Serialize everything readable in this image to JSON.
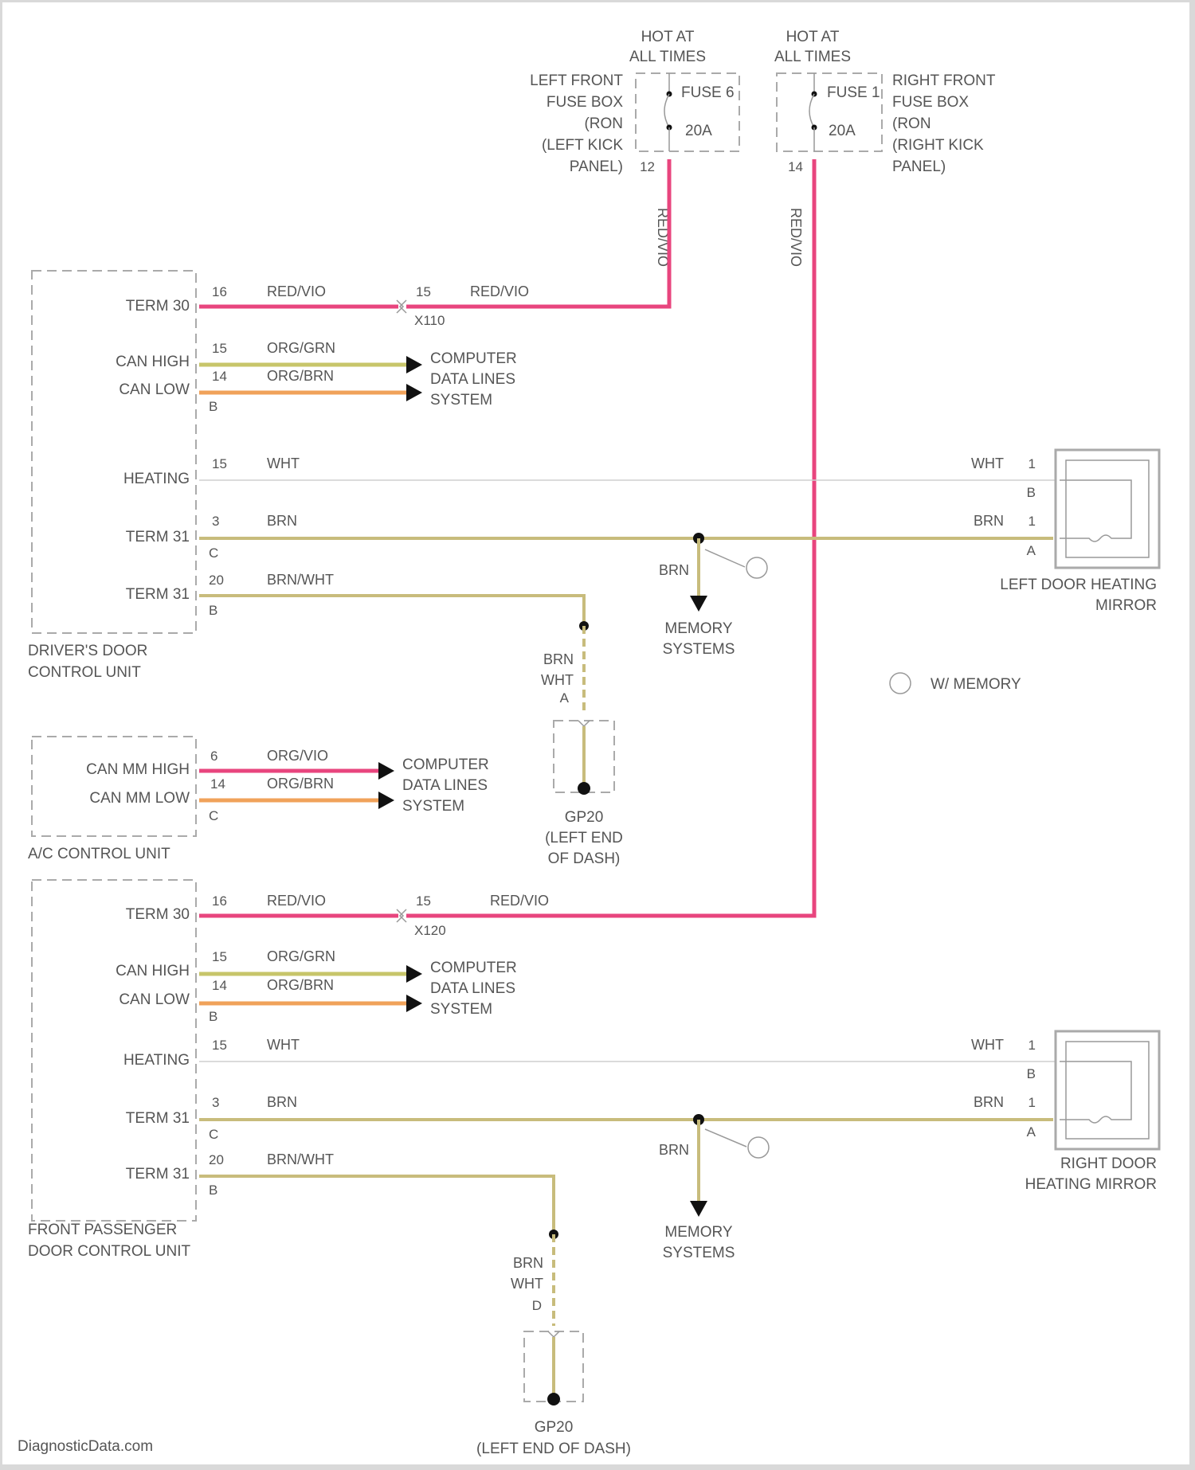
{
  "fuses": {
    "left": {
      "hot": [
        "HOT AT",
        "ALL TIMES"
      ],
      "box_label": [
        "LEFT FRONT",
        "FUSE BOX",
        "(RON",
        "(LEFT KICK",
        "PANEL)"
      ],
      "fuse": "FUSE 6",
      "amps": "20A",
      "pin": "12",
      "wire": "RED/VIO"
    },
    "right": {
      "hot": [
        "HOT AT",
        "ALL TIMES"
      ],
      "box_label": [
        "RIGHT FRONT",
        "FUSE BOX",
        "(RON",
        "(RIGHT KICK",
        "PANEL)"
      ],
      "fuse": "FUSE 1",
      "amps": "20A",
      "pin": "14",
      "wire": "RED/VIO"
    }
  },
  "driver_unit": {
    "name": [
      "DRIVER'S DOOR",
      "CONTROL UNIT"
    ],
    "term30": {
      "label": "TERM 30",
      "pin": "16",
      "wire": "RED/VIO",
      "conn_pin": "15",
      "conn_wire": "RED/VIO",
      "conn": "X110"
    },
    "can_high": {
      "label": "CAN HIGH",
      "pin": "15",
      "wire": "ORG/GRN"
    },
    "can_low": {
      "label": "CAN LOW",
      "pin": "14",
      "wire": "ORG/BRN",
      "sub": "B"
    },
    "heating": {
      "label": "HEATING",
      "pin": "15",
      "wire": "WHT"
    },
    "term31a": {
      "label": "TERM 31",
      "pin": "3",
      "wire": "BRN",
      "sub": "C"
    },
    "term31b": {
      "label": "TERM 31",
      "pin": "20",
      "wire": "BRN/WHT",
      "sub": "B"
    },
    "dest": [
      "COMPUTER",
      "DATA LINES",
      "SYSTEM"
    ]
  },
  "ac_unit": {
    "name": "A/C CONTROL UNIT",
    "can_high": {
      "label": "CAN MM HIGH",
      "pin": "6",
      "wire": "ORG/VIO"
    },
    "can_low": {
      "label": "CAN MM LOW",
      "pin": "14",
      "wire": "ORG/BRN",
      "sub": "C"
    },
    "dest": [
      "COMPUTER",
      "DATA LINES",
      "SYSTEM"
    ]
  },
  "passenger_unit": {
    "name": [
      "FRONT PASSENGER",
      "DOOR CONTROL UNIT"
    ],
    "term30": {
      "label": "TERM 30",
      "pin": "16",
      "wire": "RED/VIO",
      "conn_pin": "15",
      "conn_wire": "RED/VIO",
      "conn": "X120"
    },
    "can_high": {
      "label": "CAN HIGH",
      "pin": "15",
      "wire": "ORG/GRN"
    },
    "can_low": {
      "label": "CAN LOW",
      "pin": "14",
      "wire": "ORG/BRN",
      "sub": "B"
    },
    "heating": {
      "label": "HEATING",
      "pin": "15",
      "wire": "WHT"
    },
    "term31a": {
      "label": "TERM 31",
      "pin": "3",
      "wire": "BRN",
      "sub": "C"
    },
    "term31b": {
      "label": "TERM 31",
      "pin": "20",
      "wire": "BRN/WHT",
      "sub": "B"
    },
    "dest": [
      "COMPUTER",
      "DATA LINES",
      "SYSTEM"
    ]
  },
  "left_mirror": {
    "name": [
      "LEFT DOOR HEATING",
      "MIRROR"
    ],
    "wht_wire": "WHT",
    "wht_pin": "1",
    "wht_sub": "B",
    "brn_wire": "BRN",
    "brn_pin": "1",
    "brn_sub": "A"
  },
  "right_mirror": {
    "name": [
      "RIGHT DOOR",
      "HEATING MIRROR"
    ],
    "wht_wire": "WHT",
    "wht_pin": "1",
    "wht_sub": "B",
    "brn_wire": "BRN",
    "brn_pin": "1",
    "brn_sub": "A"
  },
  "memory": {
    "upper_wire": "BRN",
    "lower_wire": "BRN",
    "label": [
      "MEMORY",
      "SYSTEMS"
    ],
    "legend": "W/ MEMORY"
  },
  "grounds": {
    "upper": {
      "wire": [
        "BRN",
        "WHT"
      ],
      "pin": "A",
      "name": [
        "GP20",
        "(LEFT END",
        "OF DASH)"
      ]
    },
    "lower": {
      "wire": [
        "BRN",
        "WHT"
      ],
      "pin": "D",
      "name": [
        "GP20",
        "(LEFT END OF DASH)"
      ]
    }
  },
  "footer": "DiagnosticData.com"
}
